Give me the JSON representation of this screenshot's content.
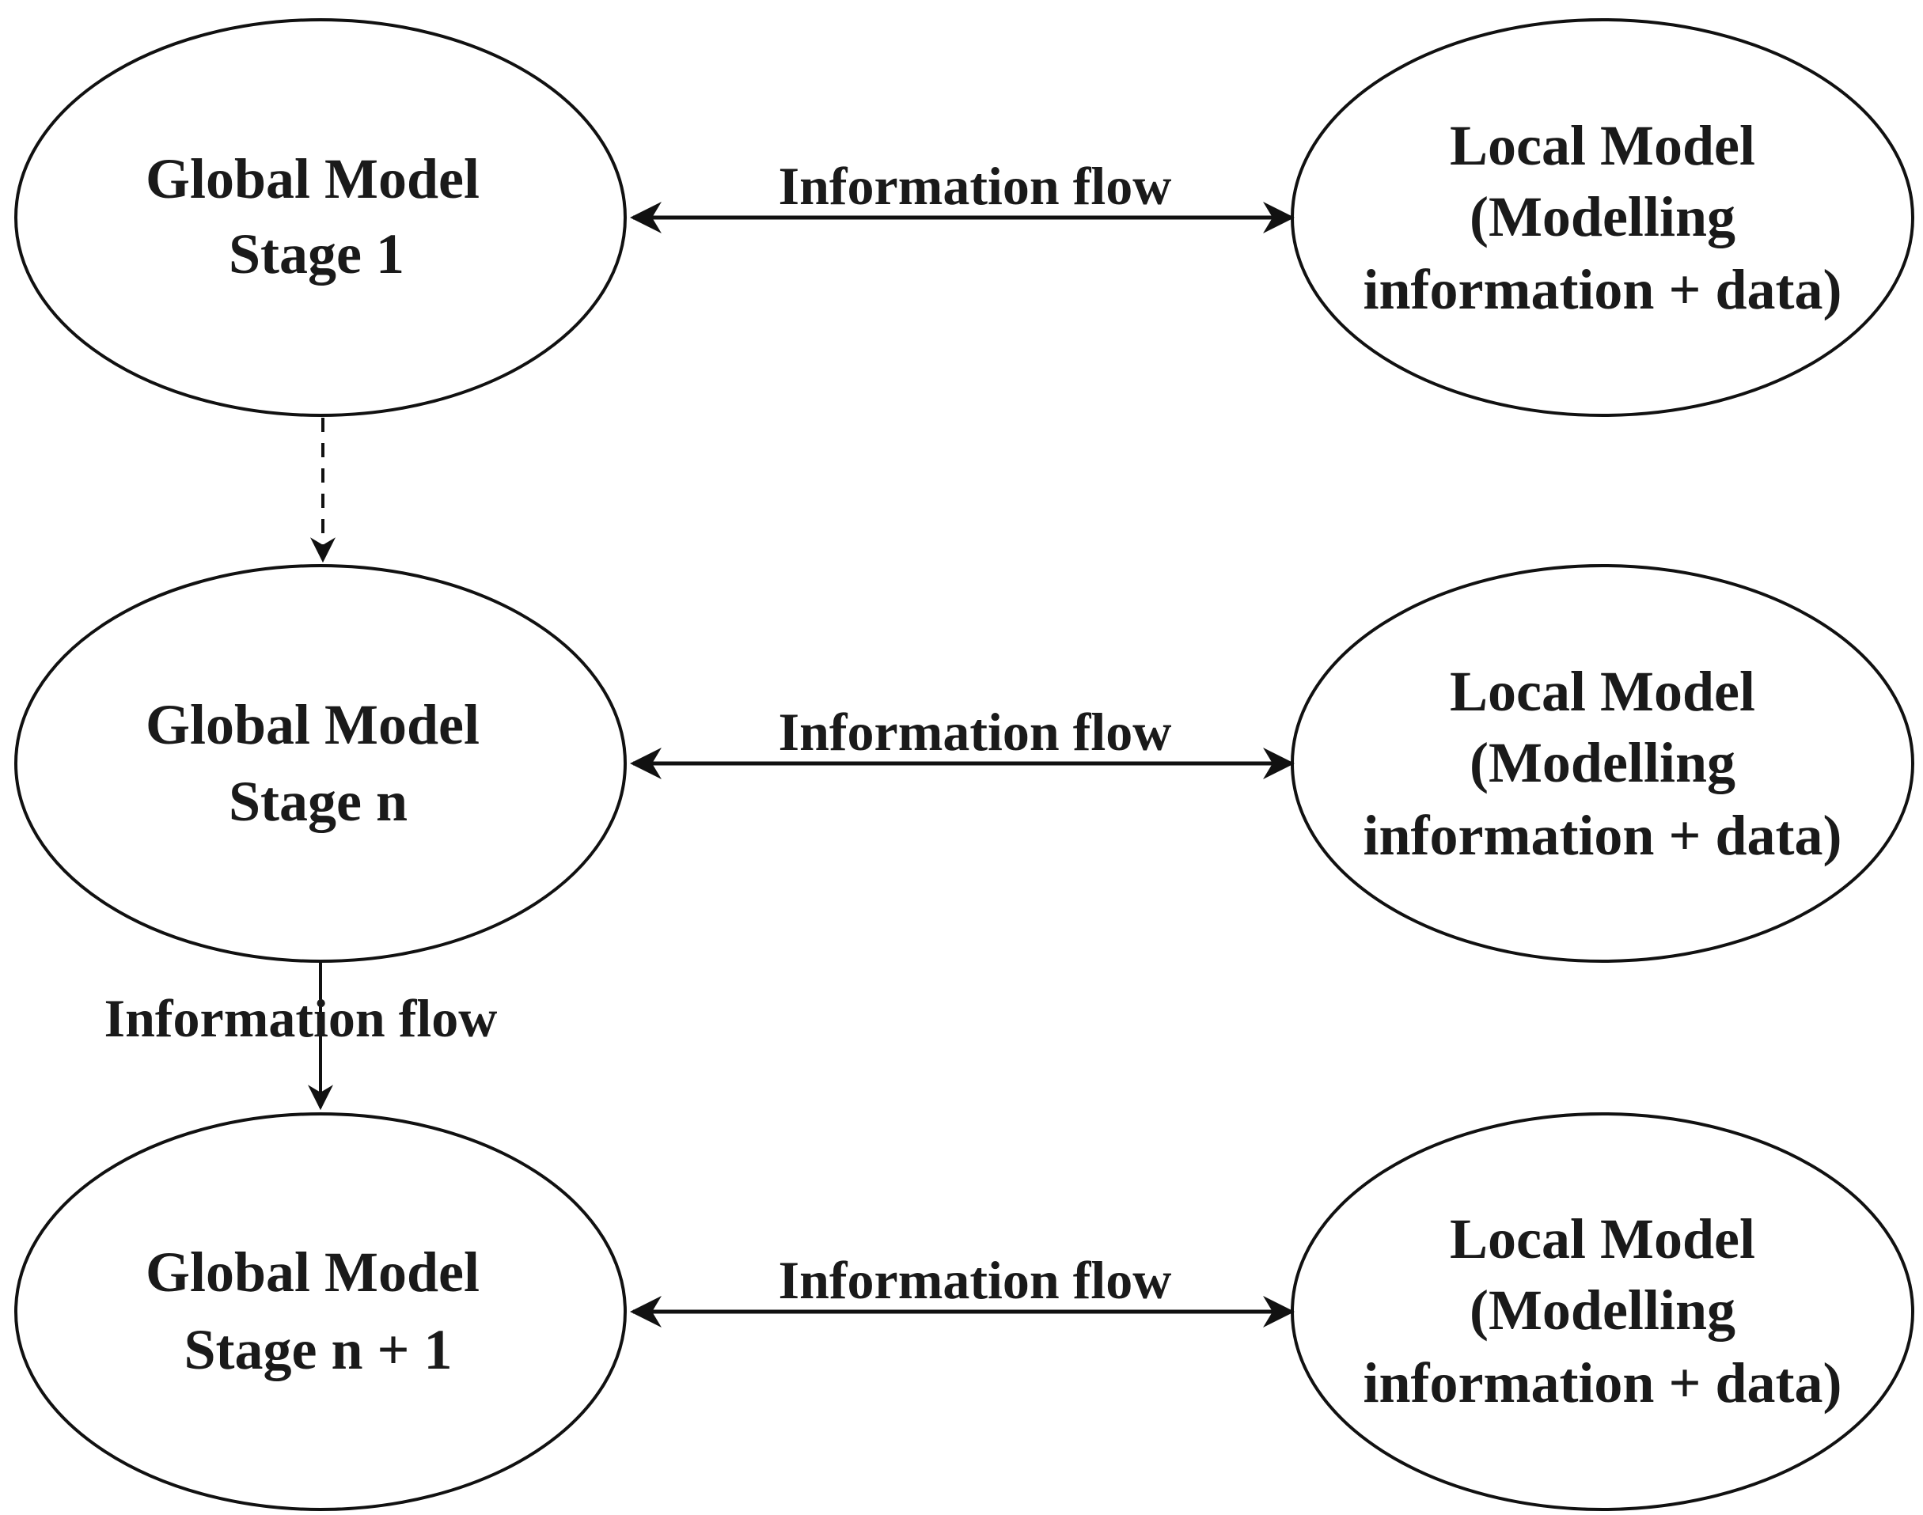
{
  "colors": {
    "stroke": "#111111",
    "text": "#1a1a1a",
    "background": "#ffffff"
  },
  "nodes": {
    "global_1": {
      "lines": [
        "Global Model",
        "Stage 1"
      ]
    },
    "global_n": {
      "lines": [
        "Global Model",
        "Stage n"
      ]
    },
    "global_n1": {
      "lines": [
        "Global Model",
        "Stage n + 1"
      ]
    },
    "local_1": {
      "lines": [
        "Local Model",
        "(Modelling",
        "information + data)"
      ]
    },
    "local_n": {
      "lines": [
        "Local Model",
        "(Modelling",
        "information + data)"
      ]
    },
    "local_n1": {
      "lines": [
        "Local Model",
        "(Modelling",
        "information + data)"
      ]
    }
  },
  "edges": {
    "flow_1": {
      "label": "Information flow",
      "style": "solid"
    },
    "flow_n": {
      "label": "Information flow",
      "style": "solid"
    },
    "flow_n1": {
      "label": "Information flow",
      "style": "solid"
    },
    "flow_1_to_n": {
      "label": "",
      "style": "dashed"
    },
    "flow_n_to_n1": {
      "label": "Information flow",
      "style": "solid"
    }
  }
}
